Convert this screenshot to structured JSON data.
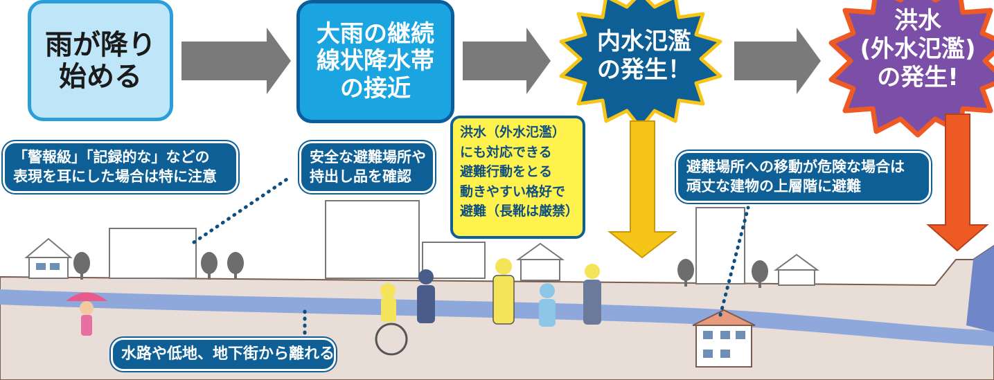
{
  "steps": {
    "step1": {
      "line1": "雨が降り",
      "line2": "始める"
    },
    "step2": {
      "line1": "大雨の継続",
      "line2": "線状降水帯",
      "line3": "の接近"
    },
    "step3": {
      "line1": "内水氾濫",
      "line2": "の発生！"
    },
    "step4": {
      "line1": "洪水",
      "line2": "(外水氾濫)",
      "line3": "の発生!"
    }
  },
  "callouts": {
    "warning_words": {
      "line1": "「警報級」「記録的な」などの",
      "line2": "表現を耳にした場合は特に注意"
    },
    "safe_shelter": {
      "line1": "安全な避難場所や",
      "line2": "持出し品を確認"
    },
    "flood_action": {
      "line1": "洪水（外水氾濫）",
      "line2": "にも対応できる",
      "line3": "避難行動をとる",
      "line4": "動きやすい格好で",
      "line5": "避難（長靴は厳禁）"
    },
    "vertical_evacuation": {
      "line1": "避難場所への移動が危険な場合は",
      "line2": "頑丈な建物の上層階に避難"
    },
    "away_from_water": {
      "line1": "水路や低地、地下街から離れる"
    }
  },
  "colors": {
    "light_blue": "#bfe6f8",
    "mid_blue": "#1aa4e0",
    "dark_blue": "#0e5f96",
    "purple": "#7b4fa8",
    "orange_red": "#ee5a24",
    "yellow": "#fff24d",
    "gray_arrow": "#7a7a7a",
    "ground": "#e8ddd7",
    "water": "#8fa8dc"
  }
}
